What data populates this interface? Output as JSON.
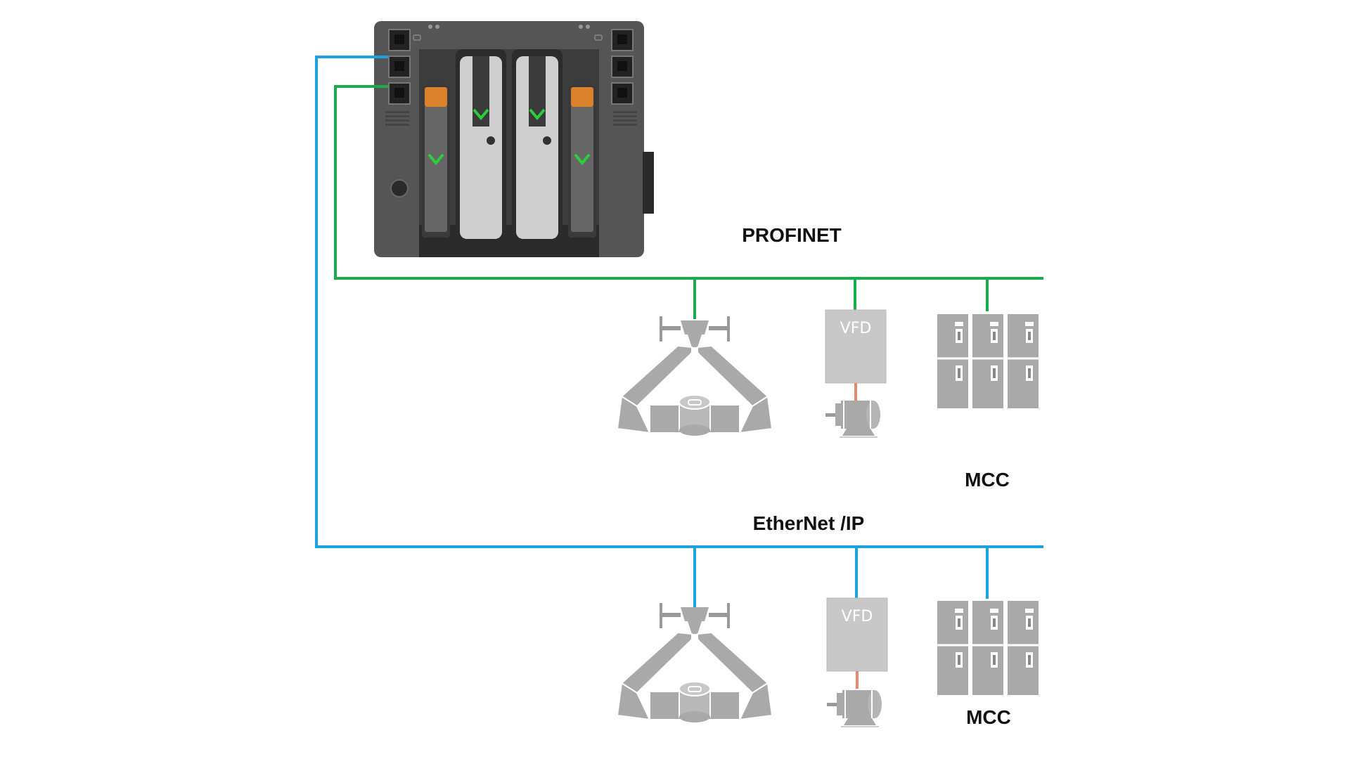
{
  "networks": {
    "profinet": {
      "label": "PROFINET",
      "color": "#1aab4a"
    },
    "ethernet_ip": {
      "label": "EtherNet /IP",
      "color": "#1aa3e0"
    }
  },
  "devices": {
    "profinet_row": {
      "vfd_label": "VFD",
      "mcc_label": "MCC"
    },
    "ethernet_row": {
      "vfd_label": "VFD",
      "mcc_label": "MCC"
    }
  },
  "colors": {
    "controller_body": "#555555",
    "device_gray": "#a9a9a9",
    "vfd_box": "#c8c8c8",
    "motor_link": "#e88a6a",
    "status_chevron": "#2ecc40",
    "orange_tab": "#d9822b"
  },
  "icons": [
    "plc-controller",
    "robot-gripper-icon",
    "vfd-icon",
    "motor-icon",
    "mcc-icon"
  ]
}
